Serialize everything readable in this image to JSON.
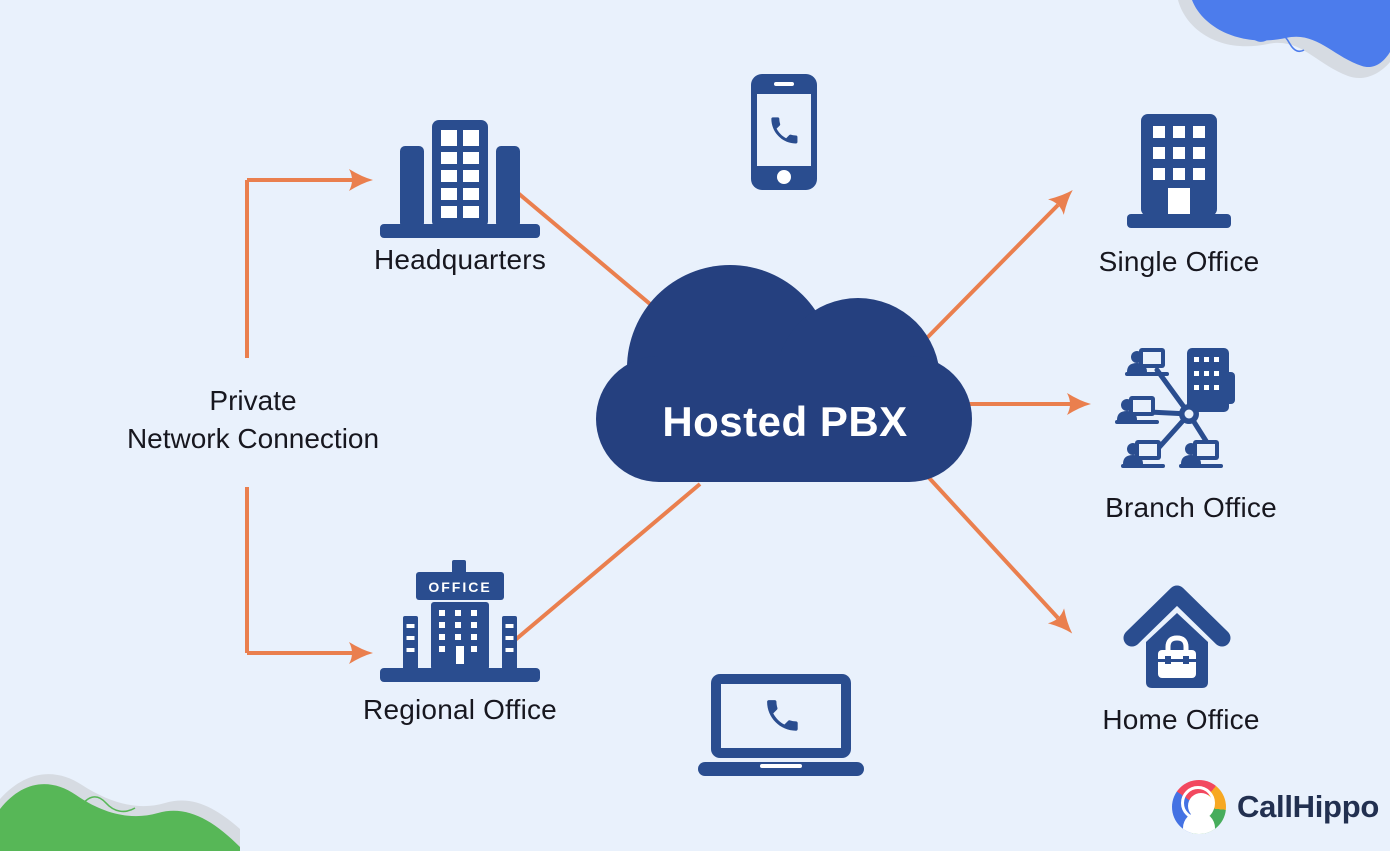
{
  "diagram": {
    "title": "Hosted PBX",
    "private_network": {
      "line1": "Private",
      "line2": "Network Connection"
    },
    "left_nodes": [
      {
        "id": "headquarters",
        "label": "Headquarters"
      },
      {
        "id": "regional-office",
        "label": "Regional Office",
        "sign": "OFFICE"
      }
    ],
    "right_nodes": [
      {
        "id": "single-office",
        "label": "Single Office"
      },
      {
        "id": "branch-office",
        "label": "Branch Office"
      },
      {
        "id": "home-office",
        "label": "Home Office"
      }
    ],
    "devices": [
      {
        "id": "smartphone"
      },
      {
        "id": "laptop"
      }
    ]
  },
  "branding": {
    "logo_text": "CallHippo"
  },
  "colors": {
    "background": "#e9f1fc",
    "cloud_navy": "#25407f",
    "icon_blue": "#2a4d8f",
    "arrow_orange": "#ea7f4e",
    "label_text": "#17171f",
    "wave_blue": "#4c7cec",
    "wave_green": "#57b757",
    "wave_gray": "#d6dbe2"
  }
}
